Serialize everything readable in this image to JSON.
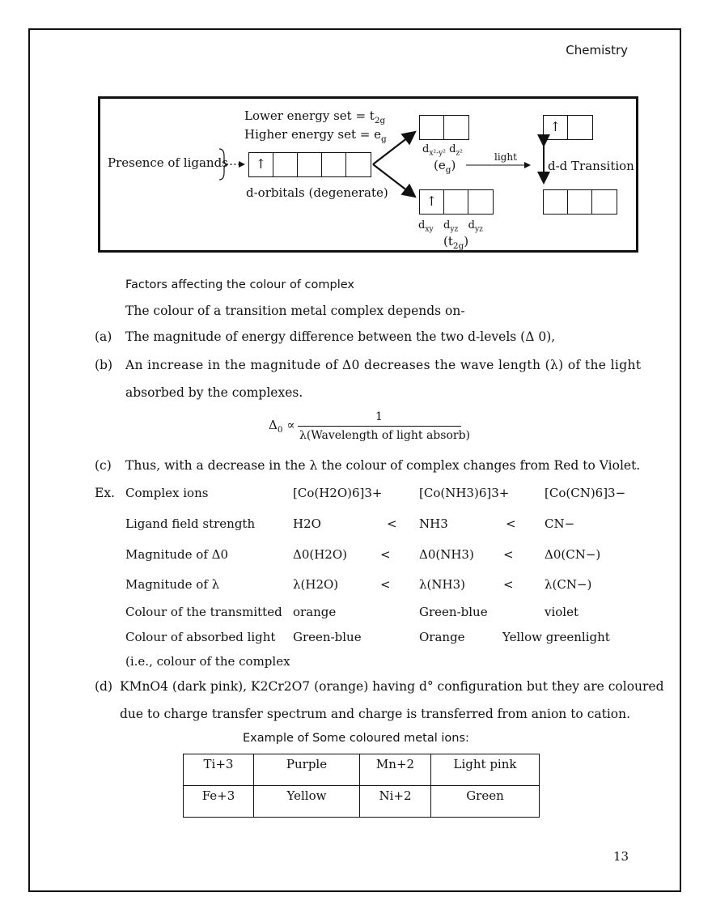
{
  "header": {
    "subject": "Chemistry"
  },
  "figure": {
    "lower_energy": "Lower energy set = t",
    "lower_sub": "2g",
    "higher_energy": "Higher energy set = e",
    "higher_sub": "g",
    "presence": "Presence of ligands",
    "degenerate": "d-orbitals (degenerate)",
    "light": "light",
    "dd_transition": "d-d Transition",
    "eg_label": "(e",
    "eg_sub": "g",
    "t2g_label": "(t",
    "t2g_sub": "2g",
    "electron": "↑"
  },
  "heading": "Factors affecting the colour of complex",
  "intro": "The colour of a transition metal complex depends on-",
  "points": {
    "a_marker": "(a)",
    "a_text": "The magnitude of energy difference between the two d-levels (Δ 0),",
    "b_marker": "(b)",
    "b_text1": "An increase in the magnitude of Δ0 decreases the wave length (λ) of the light",
    "b_text2": "absorbed by the complexes.",
    "formula_left": "Δ",
    "formula_sub": "0",
    "formula_prop": "∝",
    "formula_num": "1",
    "formula_den": "λ(Wavelength of light absorb)",
    "c_marker": "(c)",
    "c_text": "Thus, with a decrease in the λ  the colour of complex changes from Red  to Violet.",
    "d_marker": "(d)",
    "d_text1": "KMnO4 (dark pink), K2Cr2O7 (orange) having d° configuration but they are coloured",
    "d_text2": "due to charge transfer spectrum and charge is transferred from anion to cation."
  },
  "example": {
    "marker": "Ex.",
    "rows": [
      {
        "label": "Complex ions",
        "c1": "[Co(H2O)6]3+",
        "c2": "[Co(NH3)6]3+",
        "c3": "[Co(CN)6]3−",
        "lt1": "",
        "lt2": ""
      },
      {
        "label": "Ligand field strength",
        "c1": "H2O",
        "c2": "NH3",
        "c3": "CN−",
        "lt1": "<",
        "lt2": "<"
      },
      {
        "label": "Magnitude of Δ0",
        "c1": "Δ0(H2O)",
        "c2": "Δ0(NH3)",
        "c3": "Δ0(CN−)",
        "lt1": "<",
        "lt2": "<"
      },
      {
        "label": "Magnitude of λ",
        "c1": "λ(H2O)",
        "c2": "λ(NH3)",
        "c3": "λ(CN−)",
        "lt1": "<",
        "lt2": "<"
      },
      {
        "label": "Colour of the transmitted",
        "c1": "orange",
        "c2": "Green-blue",
        "c3": "violet",
        "lt1": "",
        "lt2": ""
      },
      {
        "label": "Colour of absorbed light",
        "c1": "Green-blue",
        "c2": "Orange",
        "c3": "Yellow  greenlight",
        "lt1": "",
        "lt2": ""
      },
      {
        "label": "(i.e., colour of the complex",
        "c1": "",
        "c2": "",
        "c3": "",
        "lt1": "",
        "lt2": ""
      }
    ]
  },
  "ions_table": {
    "title": "Example of Some coloured metal ions:",
    "rows": [
      [
        "Ti+3",
        "Purple",
        "Mn+2",
        "Light pink"
      ],
      [
        "Fe+3",
        "Yellow",
        "Ni+2",
        "Green"
      ]
    ]
  },
  "footer": {
    "page_number": "13"
  }
}
